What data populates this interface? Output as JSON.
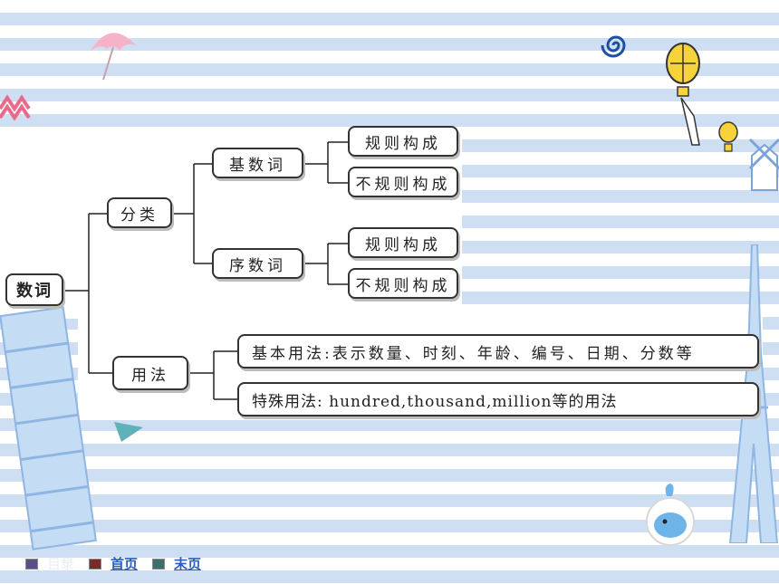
{
  "diagram": {
    "root": "数词",
    "classify": {
      "label": "分类",
      "cardinal": {
        "label": "基数词",
        "rule": "规则构成",
        "irregular": "不规则构成"
      },
      "ordinal": {
        "label": "序数词",
        "rule": "规则构成",
        "irregular": "不规则构成"
      }
    },
    "usage": {
      "label": "用法",
      "basic": "基本用法:表示数量、时刻、年龄、编号、日期、分数等",
      "special": "特殊用法: hundred,thousand,million等的用法"
    }
  },
  "footer": {
    "toc": "目录",
    "home": "首页",
    "last": "末页",
    "colors": {
      "toc": "#5b4f8a",
      "home": "#7a2a2a",
      "last": "#3f6f6a"
    }
  }
}
